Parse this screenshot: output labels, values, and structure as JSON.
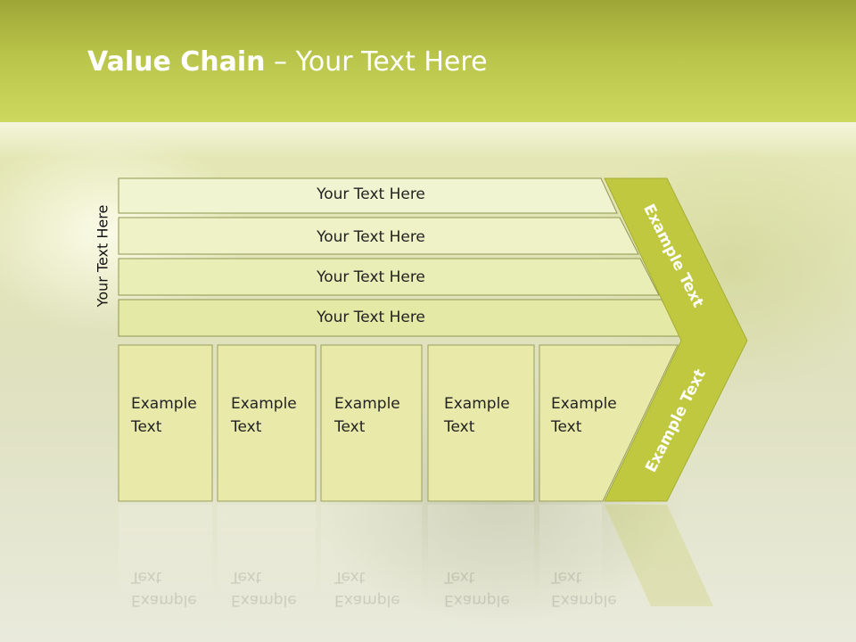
{
  "slide": {
    "title_bold": "Value Chain",
    "title_rest": " – Your Text Here",
    "side_label": "Your Text Here"
  },
  "bands": [
    "Your Text Here",
    "Your Text Here",
    "Your Text Here",
    "Your Text Here"
  ],
  "cells": [
    {
      "line1": "Example",
      "line2": "Text"
    },
    {
      "line1": "Example",
      "line2": "Text"
    },
    {
      "line1": "Example",
      "line2": "Text"
    },
    {
      "line1": "Example",
      "line2": "Text"
    },
    {
      "line1": "Example",
      "line2": "Text"
    }
  ],
  "arrow": {
    "upper_text": "Example Text",
    "lower_text": "Example Text"
  },
  "colors": {
    "header": "#b9c44a",
    "arrow": "#c0c83f",
    "band_fill": "#eef2c6",
    "cell_fill": "#e9eaaa"
  }
}
